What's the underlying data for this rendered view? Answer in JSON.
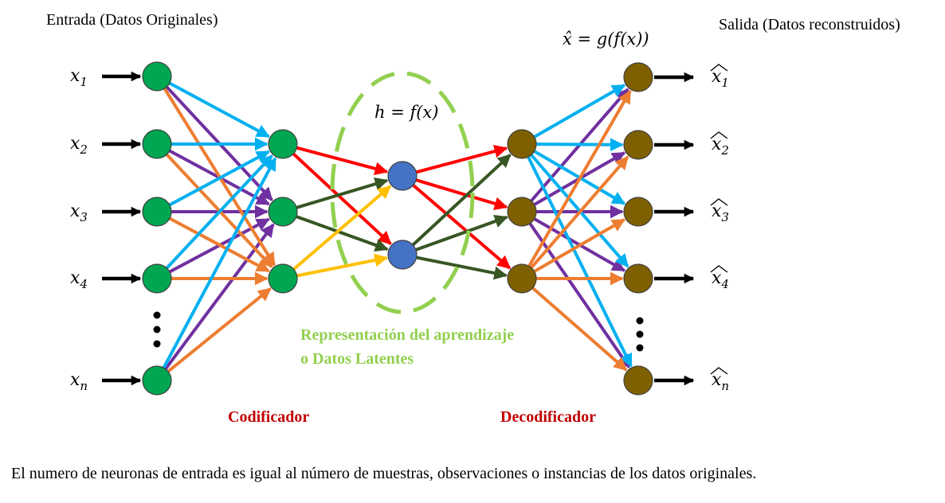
{
  "title_input": "Entrada (Datos Originales)",
  "title_output": "Salida  (Datos reconstruidos)",
  "output_equation": "x̂ = g(f(x))",
  "latent_equation": "h = f(x)",
  "input_labels": [
    {
      "base": "x",
      "sub": "1"
    },
    {
      "base": "x",
      "sub": "2"
    },
    {
      "base": "x",
      "sub": "3"
    },
    {
      "base": "x",
      "sub": "4"
    },
    {
      "base": "x",
      "sub": "n"
    }
  ],
  "output_labels": [
    {
      "base": "x",
      "sub": "1"
    },
    {
      "base": "x",
      "sub": "2"
    },
    {
      "base": "x",
      "sub": "3"
    },
    {
      "base": "x",
      "sub": "4"
    },
    {
      "base": "x",
      "sub": "n"
    }
  ],
  "latent_text": {
    "line1": "Representación del aprendizaje",
    "line2": "o Datos Latentes"
  },
  "encoder_label": "Codificador",
  "decoder_label": "Decodificador",
  "caption": "El numero de neuronas de entrada es igual al número de muestras, observaciones o instancias de los datos originales.",
  "colors": {
    "input_node": "#00a651",
    "encoder_node": "#00a651",
    "latent_node": "#4472c4",
    "decoder_node": "#7f6000",
    "output_node": "#7f6000",
    "purple": "#7030a0",
    "cyan": "#00b0f0",
    "orange": "#ed7d31",
    "red": "#ff0000",
    "dark_green": "#375623",
    "yellow": "#ffc000",
    "latent_green": "#92d050",
    "label_red": "#c00000"
  }
}
